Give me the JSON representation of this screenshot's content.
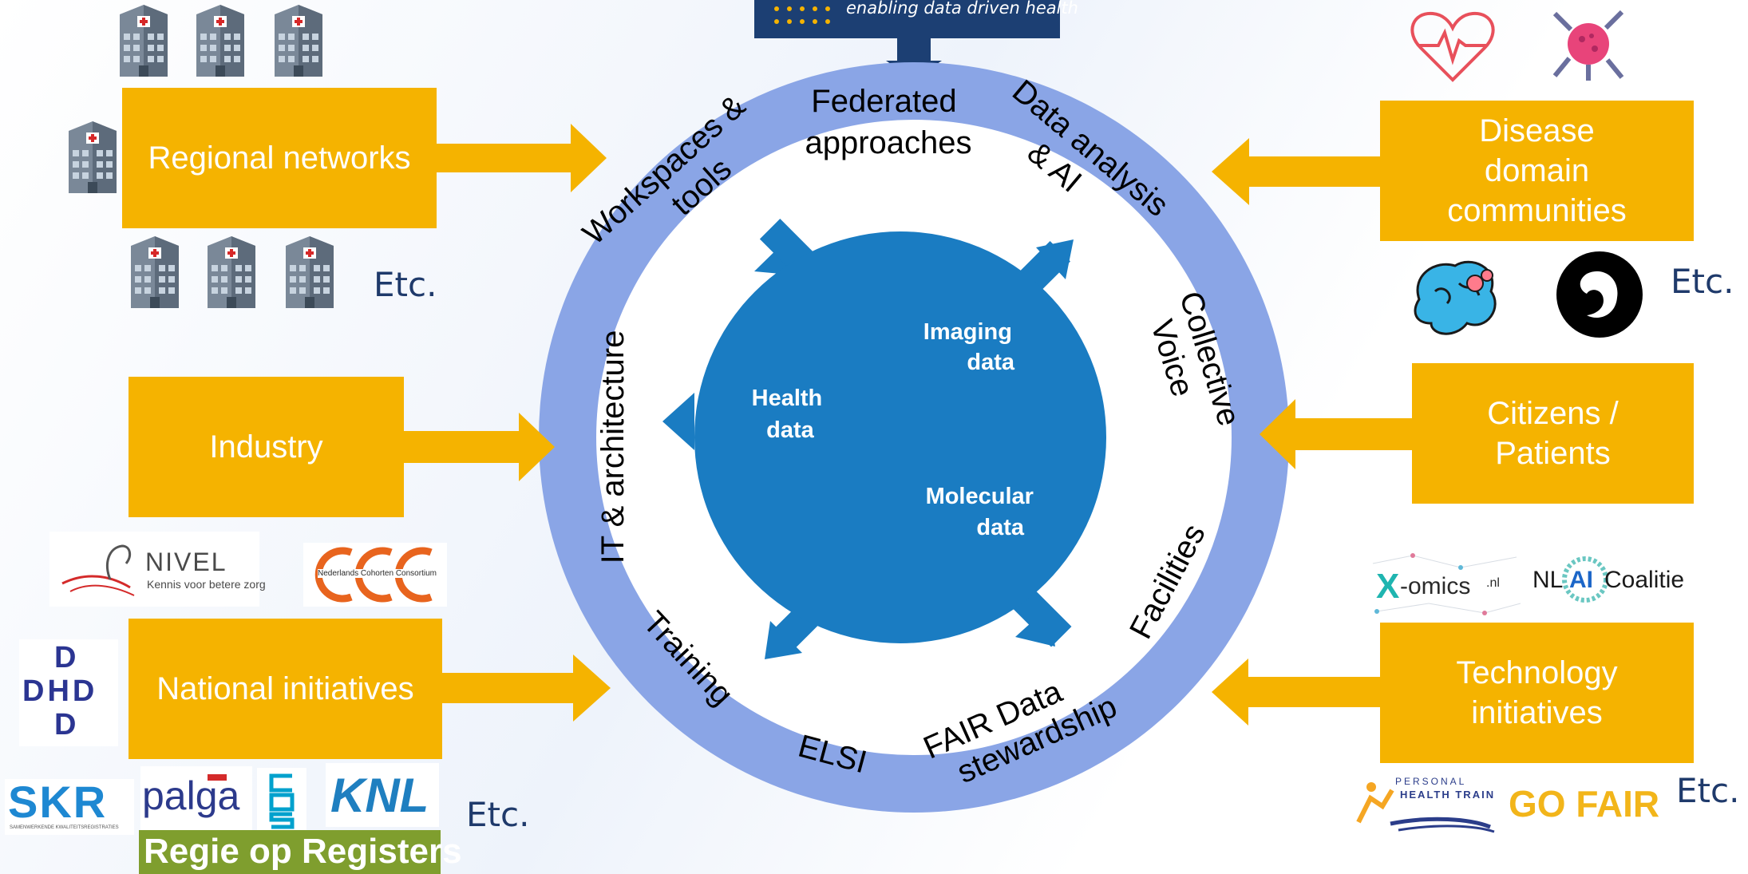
{
  "header": {
    "tagline": "enabling data driven health"
  },
  "boxes": {
    "regional_networks": "Regional networks",
    "industry": "Industry",
    "national_initiatives": "National initiatives",
    "disease_domain_communities": [
      "Disease",
      "domain",
      "communities"
    ],
    "citizens_patients": [
      "Citizens /",
      "Patients"
    ],
    "technology_initiatives": [
      "Technology",
      "initiatives"
    ]
  },
  "ring_labels": {
    "federated": [
      "Federated",
      "approaches"
    ],
    "data_analysis": [
      "Data analysis",
      "& AI"
    ],
    "collective_voice": [
      "Collective",
      "Voice"
    ],
    "facilities": "Facilities",
    "fair": [
      "FAIR Data",
      "stewardship"
    ],
    "elsi": "ELSI",
    "training": "Training",
    "it_architecture": "IT & architecture",
    "workspaces": [
      "Workspaces &",
      "tools"
    ]
  },
  "center_labels": {
    "health": [
      "Health",
      "data"
    ],
    "imaging": [
      "Imaging",
      "data"
    ],
    "molecular": [
      "Molecular",
      "data"
    ]
  },
  "etc": "Etc.",
  "logos": {
    "nivel": {
      "name": "NIVEL",
      "tagline": "Kennis voor betere zorg"
    },
    "ncc": "Nederlands Cohorten Consortium",
    "dhd": [
      "D",
      "DHD",
      "D"
    ],
    "skr": {
      "name": "SKR",
      "tagline": "SAMENWERKENDE KWALITEITSREGISTRATIES"
    },
    "palga": "palga",
    "cbs": "cbs",
    "knl": "KNL",
    "regie": "Regie op Registers",
    "xomics": {
      "x": "X",
      "rest": "-omics",
      "suffix": ".nl"
    },
    "nlai": {
      "nl": "NL",
      "ai": "AI",
      "rest": "Coalitie"
    },
    "pht": {
      "top": "PERSONAL",
      "bottom": "HEALTH TRAIN"
    },
    "gofair": "GO FAIR"
  },
  "colors": {
    "orange": "#f5b300",
    "ring": "#8aa5e6",
    "inner": "#1a7cc2",
    "navy": "#1c3f73",
    "etc_text": "#1f3a6b"
  },
  "icons": [
    "hospital-building-icon",
    "heart-pulse-icon",
    "neuron-icon",
    "brain-icon",
    "fetus-icon",
    "arrow-right-icon",
    "arrow-left-icon"
  ]
}
